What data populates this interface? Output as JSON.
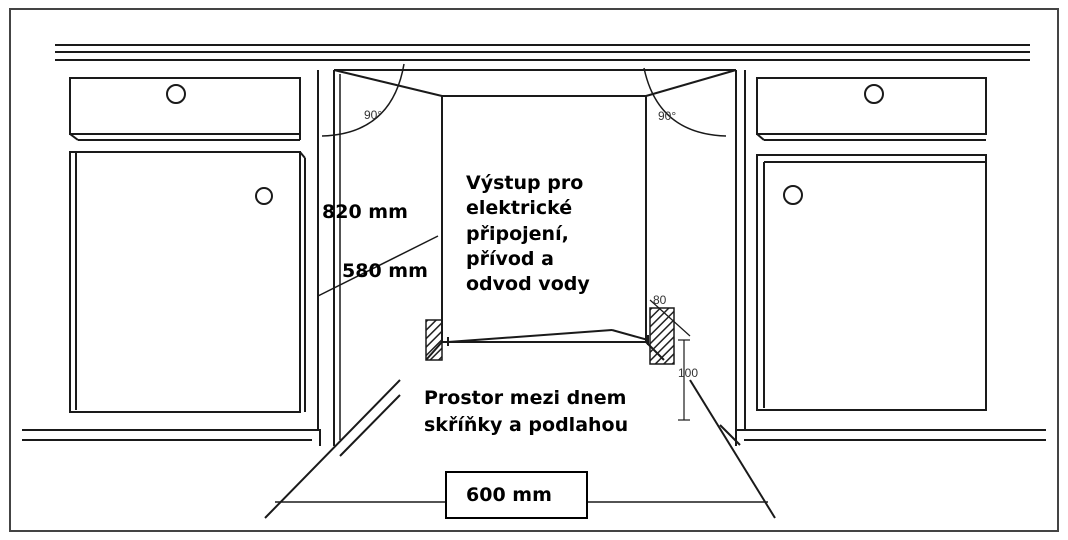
{
  "labels": {
    "height_820": "820 mm",
    "depth_580": "580 mm",
    "width_600": "600 mm",
    "angle_left": "90°",
    "angle_right": "90°",
    "dim_80": "80",
    "dim_100": "100",
    "outlet_lines": [
      "Výstup pro",
      "elektrické",
      "připojení,",
      "přívod a",
      "odvod vody"
    ],
    "space_lines": [
      "Prostor mezi dnem",
      "skříňky a podlahou"
    ]
  },
  "colors": {
    "line": "#1a1a1a",
    "frame": "#444444",
    "text": "#000000"
  }
}
